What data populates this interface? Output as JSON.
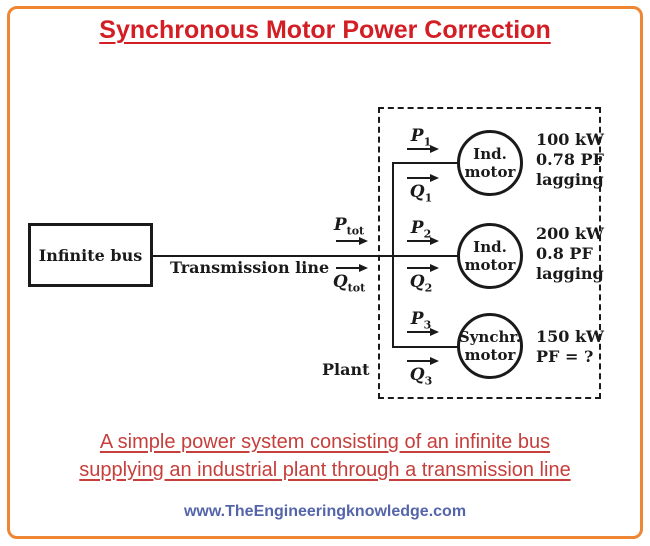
{
  "title": "Synchronous Motor Power Correction",
  "diagram": {
    "infinite_bus_label": "Infinite bus",
    "transmission_line_label": "Transmission line",
    "plant_label": "Plant",
    "ptot": {
      "base": "P",
      "sub": "tot"
    },
    "qtot": {
      "base": "Q",
      "sub": "tot"
    },
    "motors": [
      {
        "p": {
          "base": "P",
          "sub": "1"
        },
        "q": {
          "base": "Q",
          "sub": "1"
        },
        "name": [
          "Ind.",
          "motor"
        ],
        "spec": [
          "100 kW",
          "0.78 PF",
          "lagging"
        ]
      },
      {
        "p": {
          "base": "P",
          "sub": "2"
        },
        "q": {
          "base": "Q",
          "sub": "2"
        },
        "name": [
          "Ind.",
          "motor"
        ],
        "spec": [
          "200 kW",
          "0.8 PF",
          "lagging"
        ]
      },
      {
        "p": {
          "base": "P",
          "sub": "3"
        },
        "q": {
          "base": "Q",
          "sub": "3"
        },
        "name": [
          "Synchr.",
          "motor"
        ],
        "spec": [
          "150 kW",
          "PF = ?"
        ]
      }
    ]
  },
  "caption": {
    "line1": "A simple power system consisting of an infinite bus",
    "line2": "supplying an industrial plant through a transmission line"
  },
  "website": "www.TheEngineeringknowledge.com",
  "colors": {
    "frame_orange": "#ee8634",
    "title_red": "#d21e24",
    "caption_red": "#c5403c",
    "website_blue": "#5465a9",
    "ink": "#1a1a1a"
  }
}
